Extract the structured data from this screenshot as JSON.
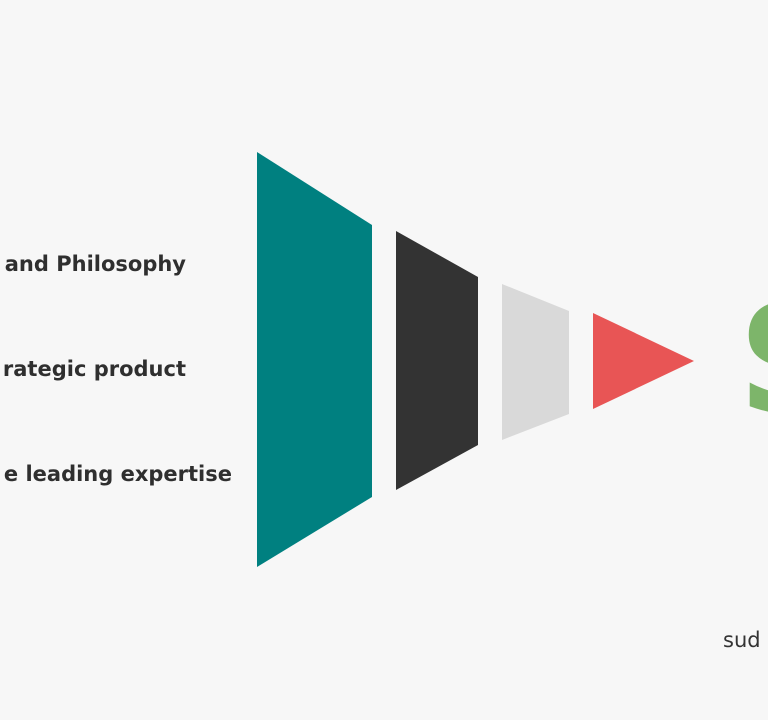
{
  "labels": [
    "and Philosophy",
    "rategic product",
    "e leading expertise"
  ],
  "brand_letter": "S",
  "footer": "sud",
  "colors": {
    "background": "#f7f7f7",
    "segment_1": "#008080",
    "segment_2": "#333333",
    "segment_3": "#d9d9d9",
    "segment_4": "#e85555",
    "brand_letter": "#7db56a",
    "text": "#2f2f2f"
  }
}
